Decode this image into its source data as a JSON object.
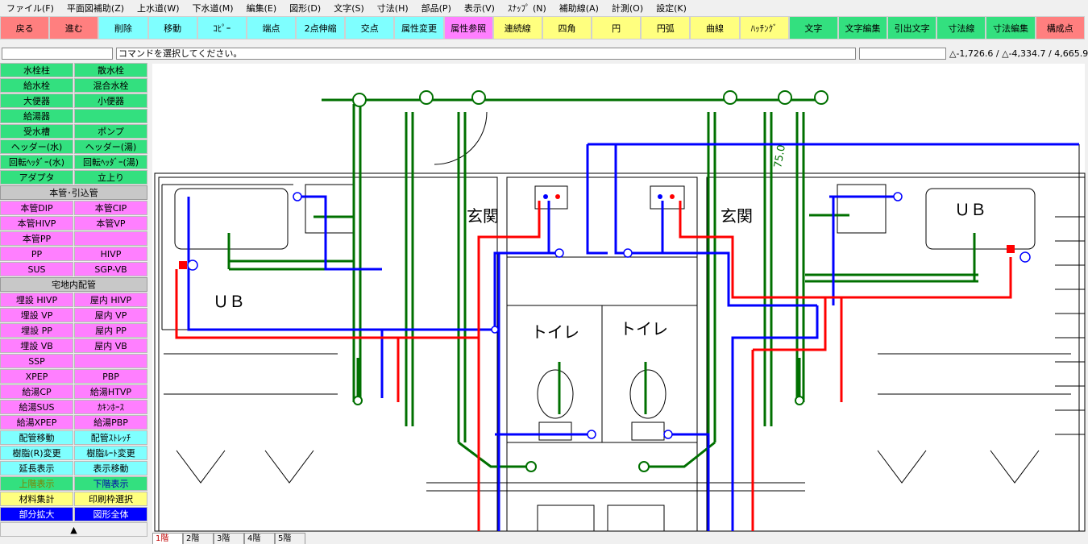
{
  "menu": [
    "ファイル(F)",
    "平面図補助(Z)",
    "上水道(W)",
    "下水道(M)",
    "編集(E)",
    "図形(D)",
    "文字(S)",
    "寸法(H)",
    "部品(P)",
    "表示(V)",
    "ｽﾅｯﾌﾟ (N)",
    "補助線(A)",
    "計測(O)",
    "設定(K)"
  ],
  "toolbar": [
    {
      "label": "戻る",
      "color": "#ff7f7f"
    },
    {
      "label": "進む",
      "color": "#ff7f7f"
    },
    {
      "label": "削除",
      "color": "#7fffff"
    },
    {
      "label": "移動",
      "color": "#7fffff"
    },
    {
      "label": "ｺﾋﾟｰ",
      "color": "#7fffff"
    },
    {
      "label": "端点",
      "color": "#7fffff"
    },
    {
      "label": "2点伸縮",
      "color": "#7fffff"
    },
    {
      "label": "交点",
      "color": "#7fffff"
    },
    {
      "label": "属性変更",
      "color": "#7fffff"
    },
    {
      "label": "属性参照",
      "color": "#ff7fff"
    },
    {
      "label": "連続線",
      "color": "#ffff7f"
    },
    {
      "label": "四角",
      "color": "#ffff7f"
    },
    {
      "label": "円",
      "color": "#ffff7f"
    },
    {
      "label": "円弧",
      "color": "#ffff7f"
    },
    {
      "label": "曲線",
      "color": "#ffff7f"
    },
    {
      "label": "ﾊｯﾁﾝｸﾞ",
      "color": "#ffff7f"
    },
    {
      "label": "文字",
      "color": "#33e07f"
    },
    {
      "label": "文字編集",
      "color": "#33e07f"
    },
    {
      "label": "引出文字",
      "color": "#33e07f"
    },
    {
      "label": "寸法線",
      "color": "#33e07f"
    },
    {
      "label": "寸法編集",
      "color": "#33e07f"
    },
    {
      "label": "構成点",
      "color": "#ff7f7f"
    }
  ],
  "command": {
    "message": "コマンドを選択してください。",
    "coords": "△-1,726.6 / △-4,334.7 / 4,665.9"
  },
  "sidebar": {
    "group1": [
      [
        "水栓柱",
        "散水栓"
      ],
      [
        "給水栓",
        "混合水栓"
      ],
      [
        "大便器",
        "小便器"
      ],
      [
        "給湯器",
        ""
      ],
      [
        "受水槽",
        "ポンプ"
      ],
      [
        "ヘッダー(水)",
        "ヘッダー(湯)"
      ],
      [
        "回転ﾍｯﾀﾞｰ(水)",
        "回転ﾍｯﾀﾞｰ(湯)"
      ],
      [
        "アダプタ",
        "立上り"
      ]
    ],
    "head1": "本管･引込管",
    "group2": [
      [
        "本管DIP",
        "本管CIP"
      ],
      [
        "本管HIVP",
        "本管VP"
      ],
      [
        "本管PP",
        ""
      ],
      [
        "PP",
        "HIVP"
      ],
      [
        "SUS",
        "SGP-VB"
      ]
    ],
    "head2": "宅地内配管",
    "group3": [
      [
        "埋設 HIVP",
        "屋内 HIVP"
      ],
      [
        "埋設 VP",
        "屋内 VP"
      ],
      [
        "埋設 PP",
        "屋内 PP"
      ],
      [
        "埋設 VB",
        "屋内 VB"
      ],
      [
        "SSP",
        ""
      ],
      [
        "XPEP",
        "PBP"
      ],
      [
        "給湯CP",
        "給湯HTVP"
      ],
      [
        "給湯SUS",
        "ｶｷﾝﾎｰｽ"
      ],
      [
        "給湯XPEP",
        "給湯PBP"
      ]
    ],
    "group4": [
      [
        "配管移動",
        "配管ｽﾄﾚｯﾁ"
      ],
      [
        "樹脂(R)変更",
        "樹脂ﾙｰﾄ変更"
      ],
      [
        "延長表示",
        "表示移動"
      ]
    ],
    "group5": [
      [
        "上階表示",
        "下階表示"
      ]
    ],
    "group6": [
      [
        "材料集計",
        "印刷枠選択"
      ]
    ],
    "group7": [
      [
        "部分拡大",
        "図形全体"
      ]
    ],
    "arrow": "▲"
  },
  "drawing": {
    "labels": {
      "genkan_left": "玄関",
      "genkan_right": "玄関",
      "ub_left": "ＵＢ",
      "ub_right": "ＵＢ",
      "toilet_left": "トイレ",
      "toilet_right": "トイレ",
      "dim": "75.0"
    }
  },
  "floors": [
    "1階",
    "2階",
    "3階",
    "4階",
    "5階"
  ],
  "colors": {
    "water": "#0000ff",
    "hot": "#ff0000",
    "drain": "#007000",
    "wall": "#000000"
  }
}
